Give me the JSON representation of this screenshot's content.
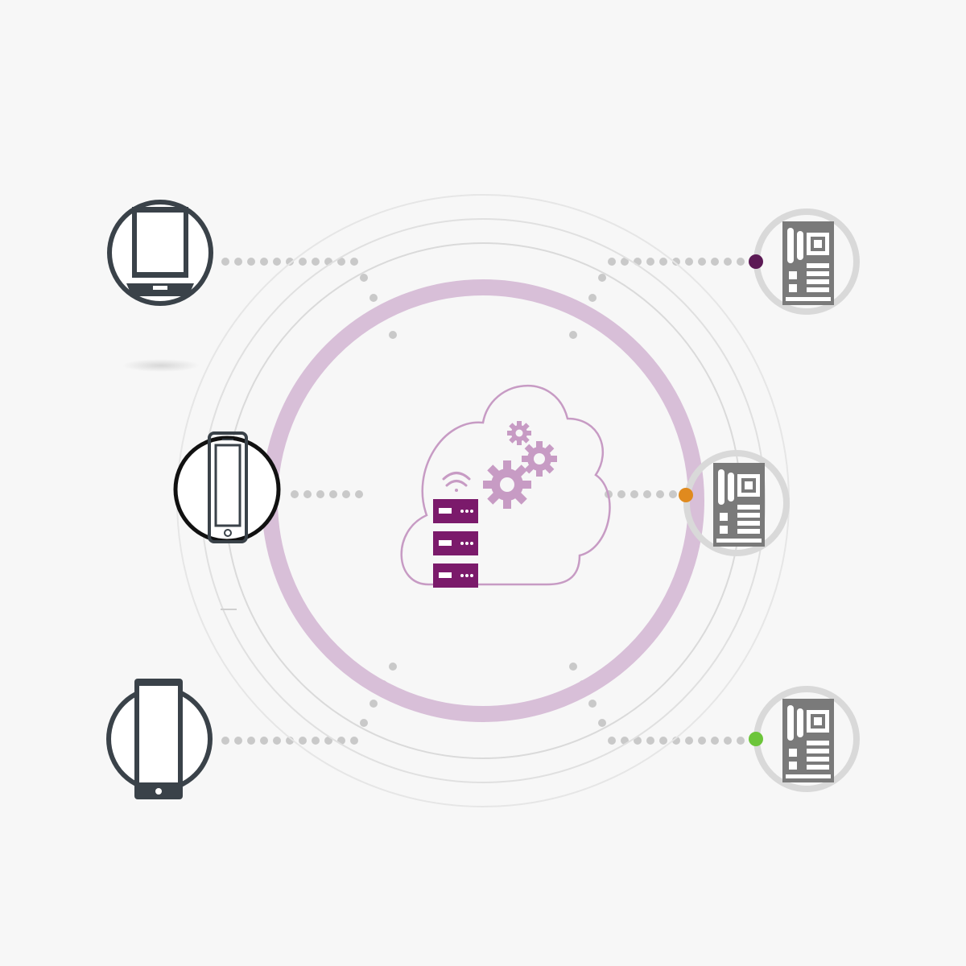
{
  "diagram": {
    "hub": {
      "icon": "cloud-server-gears-icon",
      "ring_color": "#d8bfd8",
      "accent_color": "#7b1a6b",
      "light_accent": "#c79bc4"
    },
    "left_devices": [
      {
        "id": "laptop",
        "icon": "laptop-icon",
        "ring_color": "#3a4249"
      },
      {
        "id": "phone",
        "icon": "smartphone-icon",
        "ring_color": "#111111"
      },
      {
        "id": "tablet",
        "icon": "tablet-icon",
        "ring_color": "#3a4249"
      }
    ],
    "right_boards": [
      {
        "id": "board-top",
        "icon": "circuit-board-icon",
        "status_color": "#5c1a55"
      },
      {
        "id": "board-middle",
        "icon": "circuit-board-icon",
        "status_color": "#e08a1e"
      },
      {
        "id": "board-bottom",
        "icon": "circuit-board-icon",
        "status_color": "#6cc53a"
      }
    ],
    "connector_color": "#c9c9c9",
    "board_ring_color": "#d9d9d9"
  }
}
